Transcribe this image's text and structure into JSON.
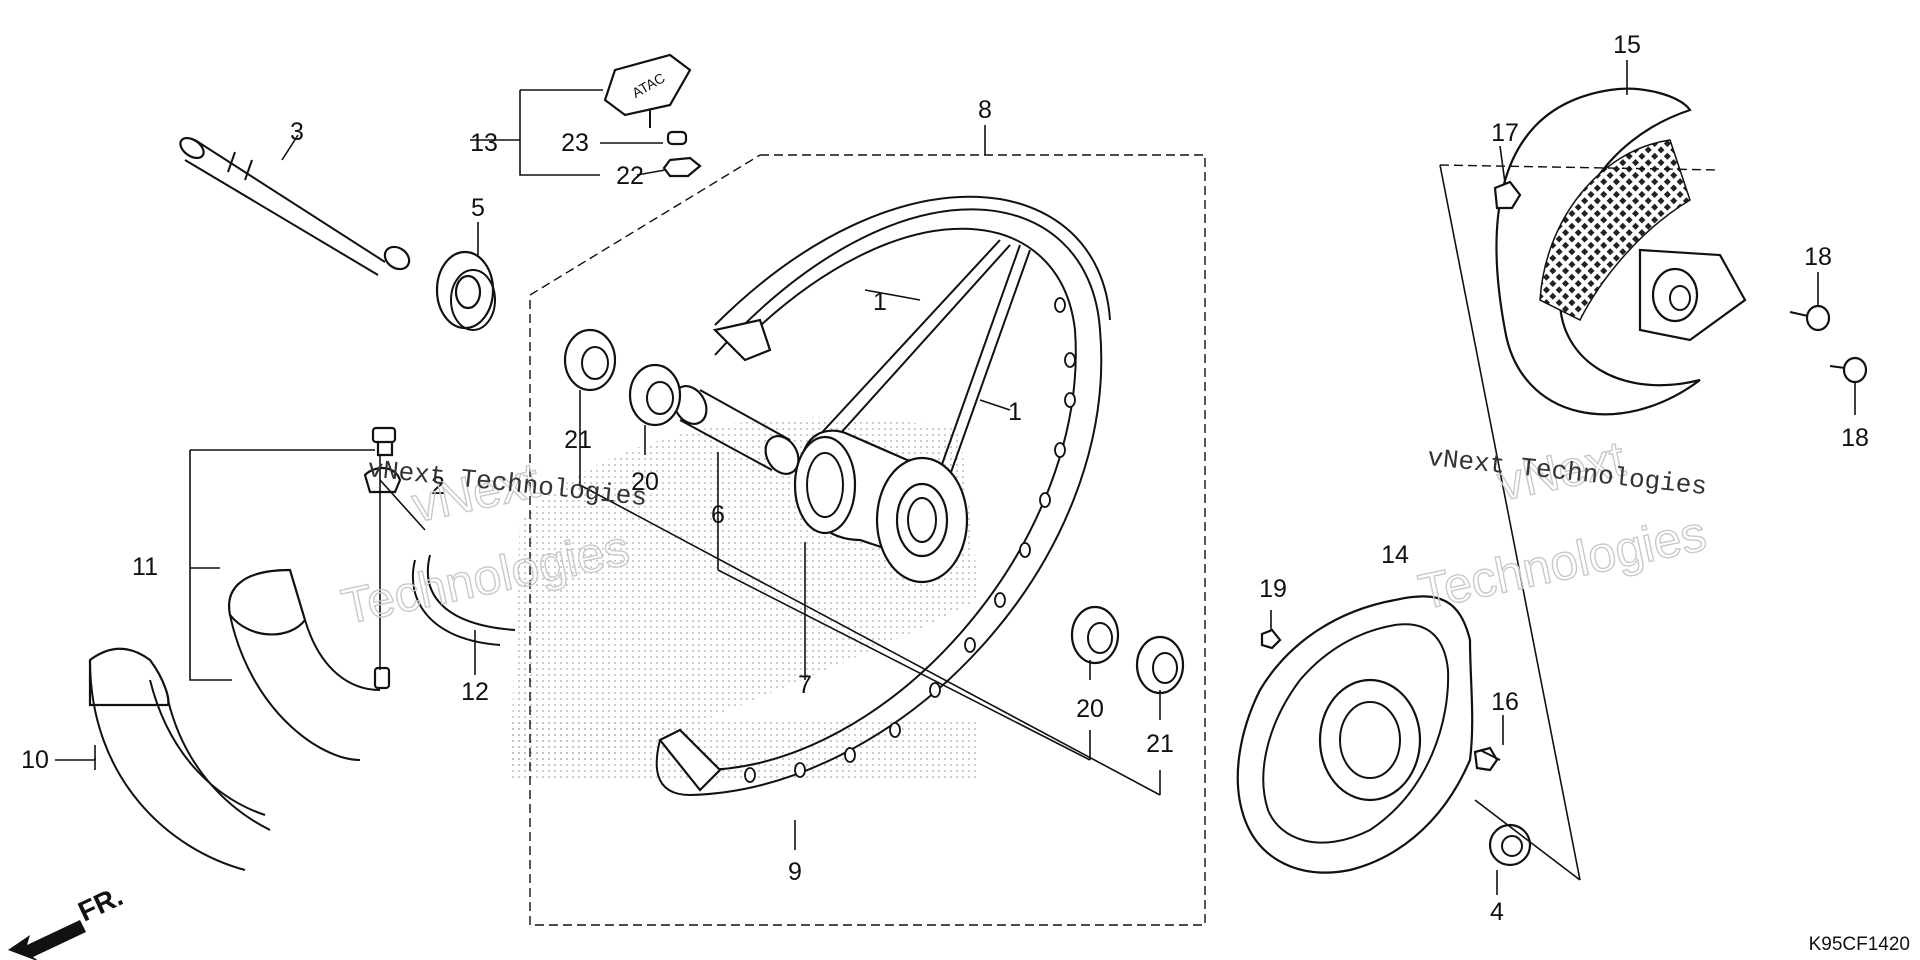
{
  "diagram": {
    "part_numbers": {
      "n1a": "1",
      "n1b": "1",
      "n2": "2",
      "n3": "3",
      "n4": "4",
      "n5": "5",
      "n6": "6",
      "n7": "7",
      "n8": "8",
      "n9": "9",
      "n10": "10",
      "n11": "11",
      "n12": "12",
      "n13": "13",
      "n14": "14",
      "n15": "15",
      "n16": "16",
      "n17": "17",
      "n18a": "18",
      "n18b": "18",
      "n19": "19",
      "n20a": "20",
      "n20b": "20",
      "n21a": "21",
      "n21b": "21",
      "n22": "22",
      "n23": "23"
    },
    "diagram_code": "K95CF1420",
    "front_indicator": "FR.",
    "watermark": {
      "logo_text_line1": "vNext",
      "logo_text_line2": "Technologies",
      "caption": "vNext Technologies"
    }
  }
}
